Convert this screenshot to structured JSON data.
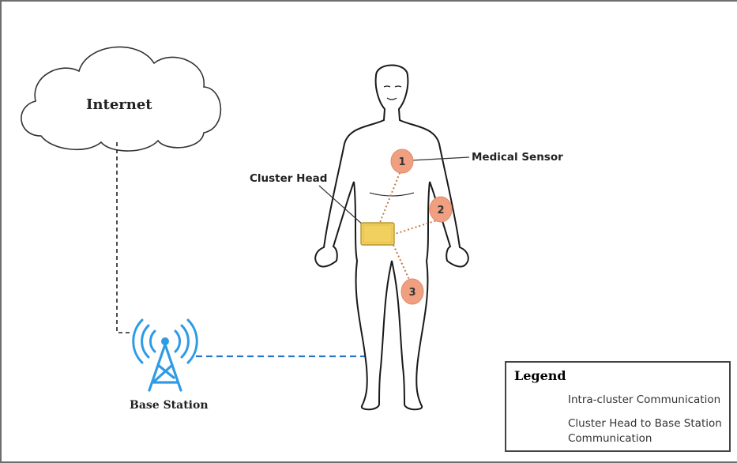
{
  "labels": {
    "internet": "Internet",
    "base_station": "Base Station",
    "medical_sensor": "Medical Sensor",
    "cluster_head": "Cluster Head"
  },
  "sensors": [
    {
      "number": "1"
    },
    {
      "number": "2"
    },
    {
      "number": "3"
    }
  ],
  "legend": {
    "title": "Legend",
    "intra_cluster": "Intra-cluster Communication",
    "head_to_base": "Cluster Head to Base Station Communication"
  },
  "colors": {
    "intra_cluster_line": "#c07a4a",
    "base_station_line": "#2874c8",
    "internet_line": "#222222",
    "sensor_fill": "#f0a080",
    "cluster_head_fill": "#f2d060",
    "tower": "#2e9be6"
  },
  "icons": {
    "cloud": "cloud-icon",
    "tower": "antenna-tower-icon",
    "body": "human-body-icon"
  }
}
